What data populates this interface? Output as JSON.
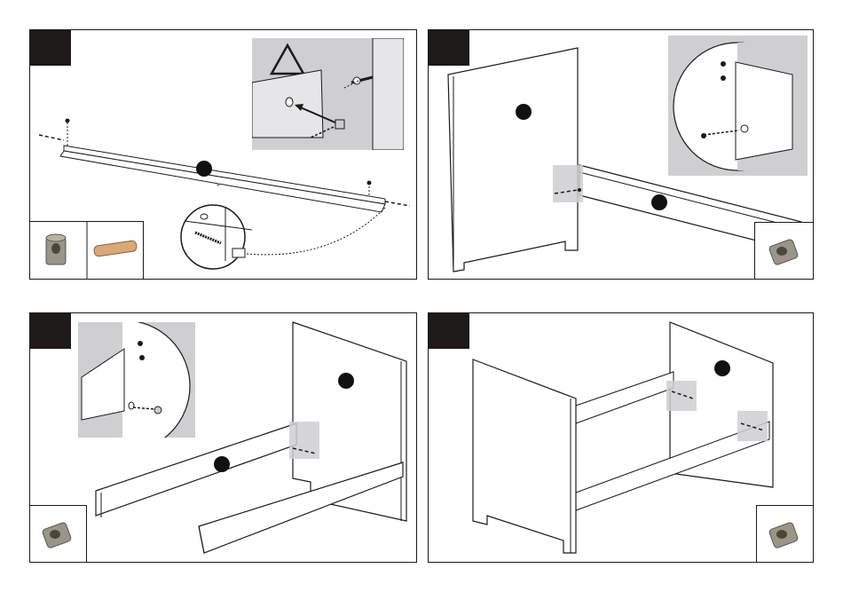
{
  "page": {
    "background": "#ffffff"
  },
  "colors": {
    "line": "#1a1a1a",
    "tab": "#1e1a1a",
    "detail_bg": "#cfcfd1",
    "dot": "#111111"
  },
  "steps": [
    {
      "id": "step-1",
      "parts": [
        "cam-insert-icon",
        "wooden-dowel-icon"
      ],
      "warning": true
    },
    {
      "id": "step-2",
      "parts": [
        "cam-insert-icon"
      ]
    },
    {
      "id": "step-3",
      "parts": [
        "cam-insert-icon"
      ]
    },
    {
      "id": "step-4",
      "parts": [
        "cam-insert-icon"
      ]
    }
  ]
}
